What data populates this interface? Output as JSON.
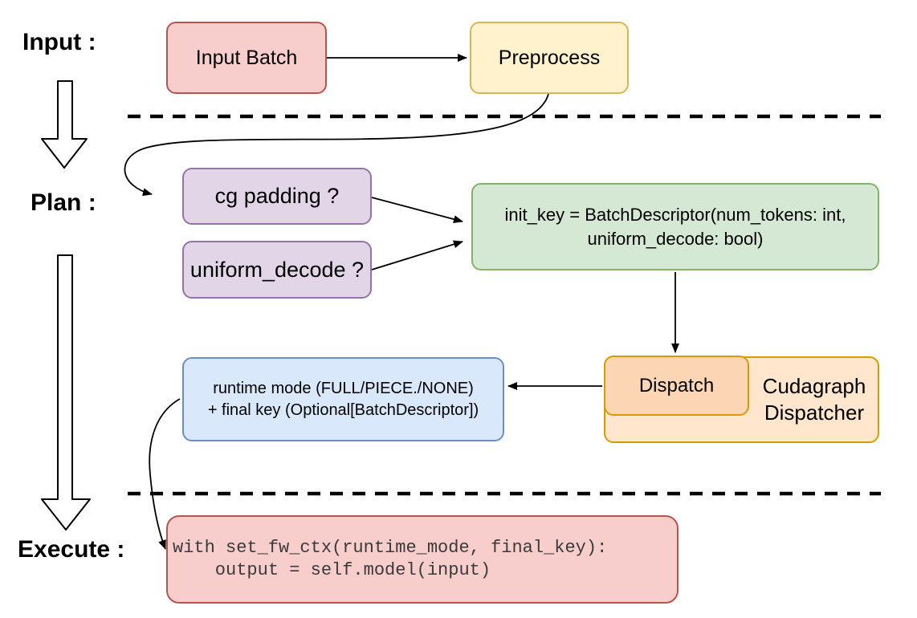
{
  "stages": {
    "input": "Input :",
    "plan": "Plan :",
    "execute": "Execute :"
  },
  "nodes": {
    "input_batch": {
      "label": "Input Batch"
    },
    "preprocess": {
      "label": "Preprocess"
    },
    "cg_padding": {
      "label": "cg padding ?"
    },
    "uniform_decode": {
      "label": "uniform_decode ?"
    },
    "init_key": {
      "lines": [
        "init_key = BatchDescriptor(num_tokens: int,",
        "uniform_decode: bool)"
      ]
    },
    "dispatch": {
      "label": "Dispatch"
    },
    "cudagraph_dispatcher": {
      "lines": [
        "Cudagraph",
        "Dispatcher"
      ]
    },
    "runtime_result": {
      "lines": [
        "runtime mode (FULL/PIECE./NONE)",
        "+ final key (Optional[BatchDescriptor])"
      ]
    },
    "execute_code": {
      "lines": [
        "with set_fw_ctx(runtime_mode, final_key):",
        "    output = self.model(input)"
      ]
    }
  },
  "colors": {
    "red_fill": "#f8cecc",
    "red_stroke": "#b85450",
    "yellow_fill": "#fff2cc",
    "yellow_stroke": "#d6b656",
    "purple_fill": "#e1d5e7",
    "purple_stroke": "#9673a6",
    "green_fill": "#d5e8d4",
    "green_stroke": "#82b366",
    "blue_fill": "#dae8fc",
    "blue_stroke": "#6c8ebf",
    "orange_fill": "#ffe6cc",
    "orange_stroke": "#d79b00",
    "dispatch_inner_fill": "#fcd5b5",
    "line_color": "#000000",
    "code_text_color": "#3a3a3a"
  }
}
